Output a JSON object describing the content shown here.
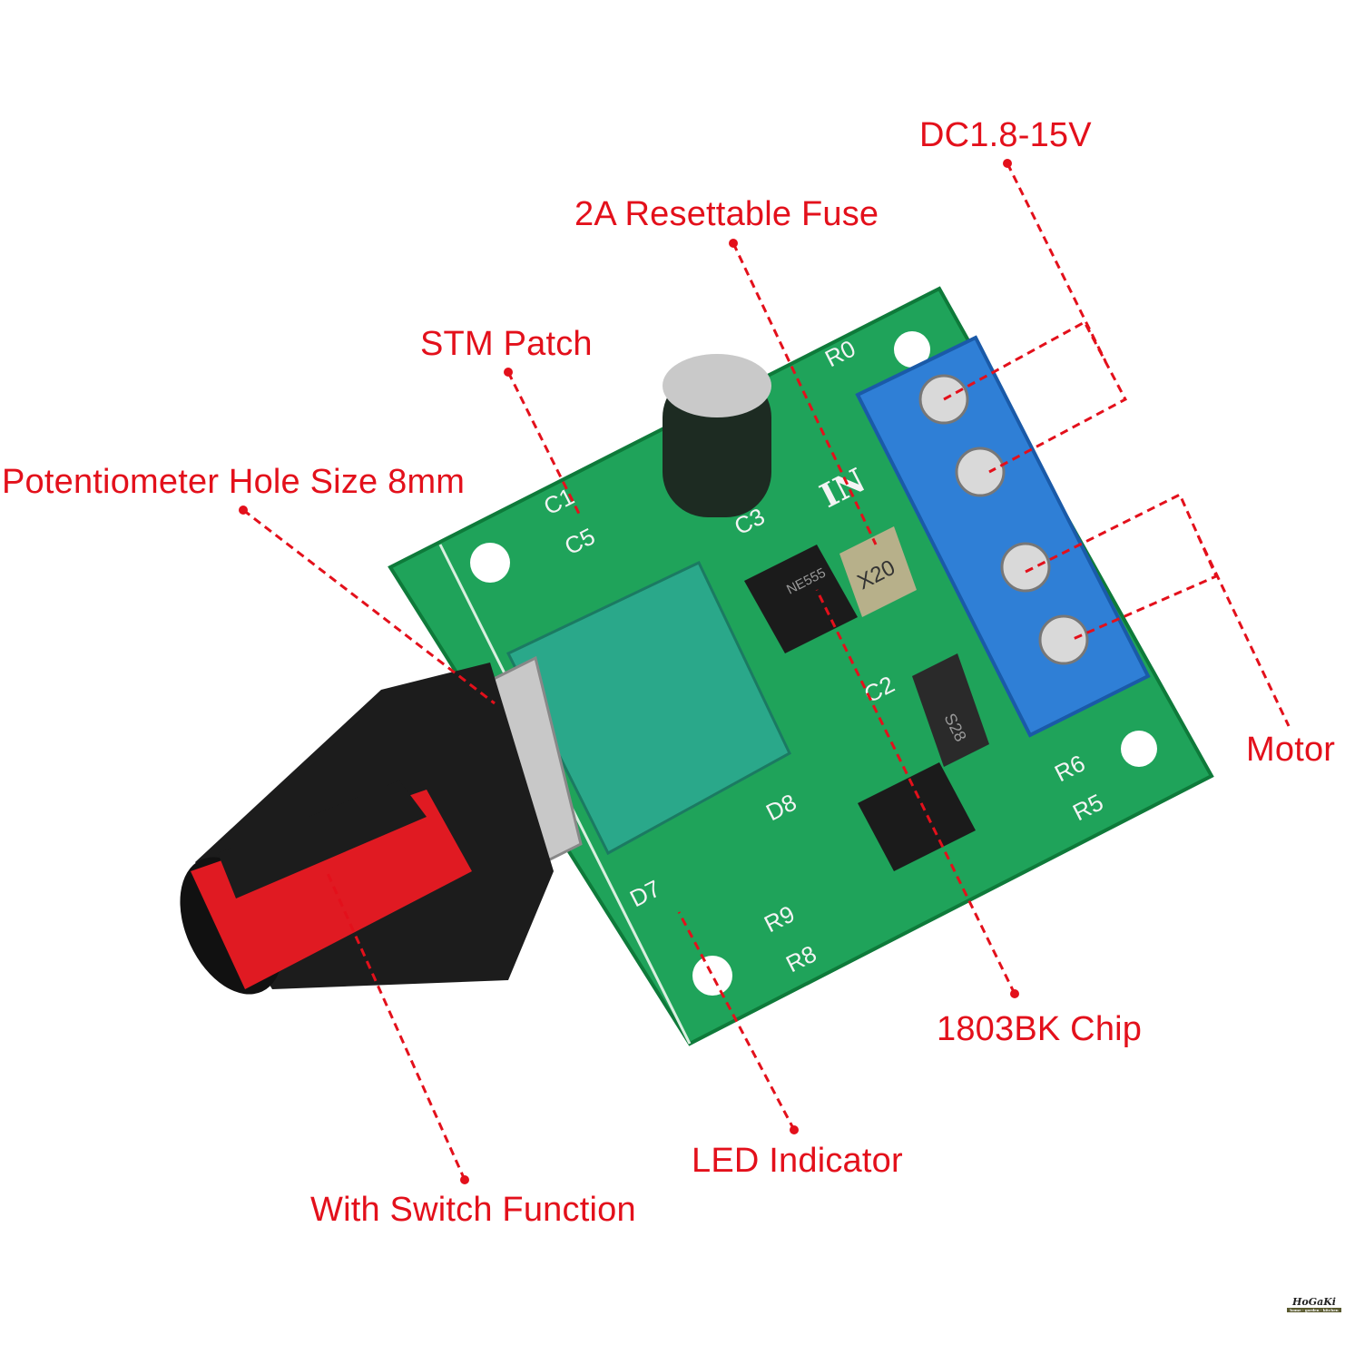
{
  "labels": {
    "voltage": "DC1.8-15V",
    "fuse": "2A Resettable Fuse",
    "stm_patch": "STM Patch",
    "pot_hole": "Potentiometer Hole Size 8mm",
    "motor": "Motor",
    "chip": "1803BK Chip",
    "led": "LED Indicator",
    "switch": "With Switch Function"
  },
  "silkscreen": [
    "R0",
    "C1",
    "C5",
    "C3",
    "C2",
    "D8",
    "D7",
    "R9",
    "R8",
    "R6",
    "R5",
    "IN",
    "NE555",
    "X20",
    "S28"
  ],
  "watermark": {
    "name": "HoGaKi",
    "tagline": "home · garden · kitchen"
  },
  "colors": {
    "annotation": "#e3101b",
    "pcb": "#1fa35a",
    "terminal": "#2f7fd6",
    "knob_red": "#e01a22",
    "pot_body": "#2aa88a"
  }
}
